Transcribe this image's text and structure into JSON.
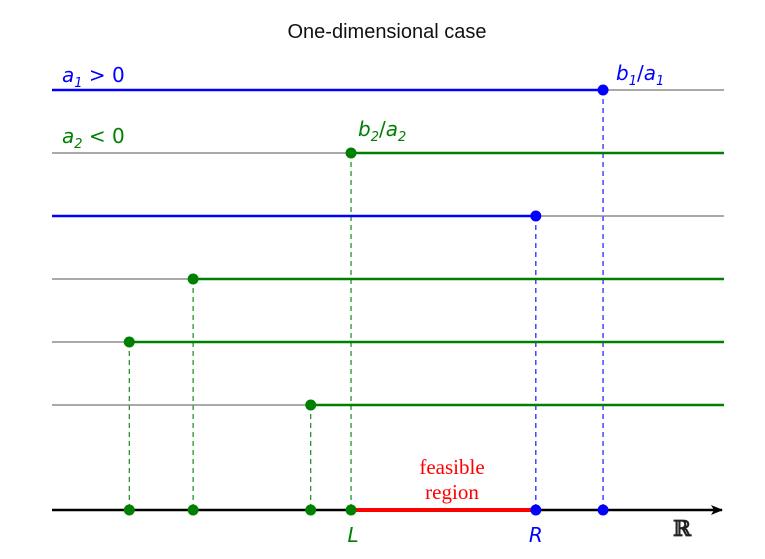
{
  "title": "One-dimensional case",
  "colors": {
    "blue": "#0000ff",
    "green": "#008000",
    "red": "#ff0000",
    "gray": "#777777",
    "black": "#000000"
  },
  "labels": {
    "a1": {
      "var": "a",
      "sub": "1",
      "rel": " > 0"
    },
    "a2": {
      "var": "a",
      "sub": "2",
      "rel": " < 0"
    },
    "b1a1": {
      "b": "b",
      "b_sub": "1",
      "slash": "/",
      "a": "a",
      "a_sub": "1"
    },
    "b2a2": {
      "b": "b",
      "b_sub": "2",
      "slash": "/",
      "a": "a",
      "a_sub": "2"
    },
    "L": "L",
    "R": "R",
    "reals": "ℝ",
    "feasible_line1": "feasible",
    "feasible_line2": "region"
  },
  "constraints": [
    {
      "type": "upper",
      "color": "blue",
      "value": 0.82
    },
    {
      "type": "lower",
      "color": "green",
      "value": 0.445
    },
    {
      "type": "upper",
      "color": "blue",
      "value": 0.72
    },
    {
      "type": "lower",
      "color": "green",
      "value": 0.21
    },
    {
      "type": "lower",
      "color": "green",
      "value": 0.115
    },
    {
      "type": "lower",
      "color": "green",
      "value": 0.385
    }
  ],
  "feasible_region": {
    "L": 0.445,
    "R": 0.72
  }
}
